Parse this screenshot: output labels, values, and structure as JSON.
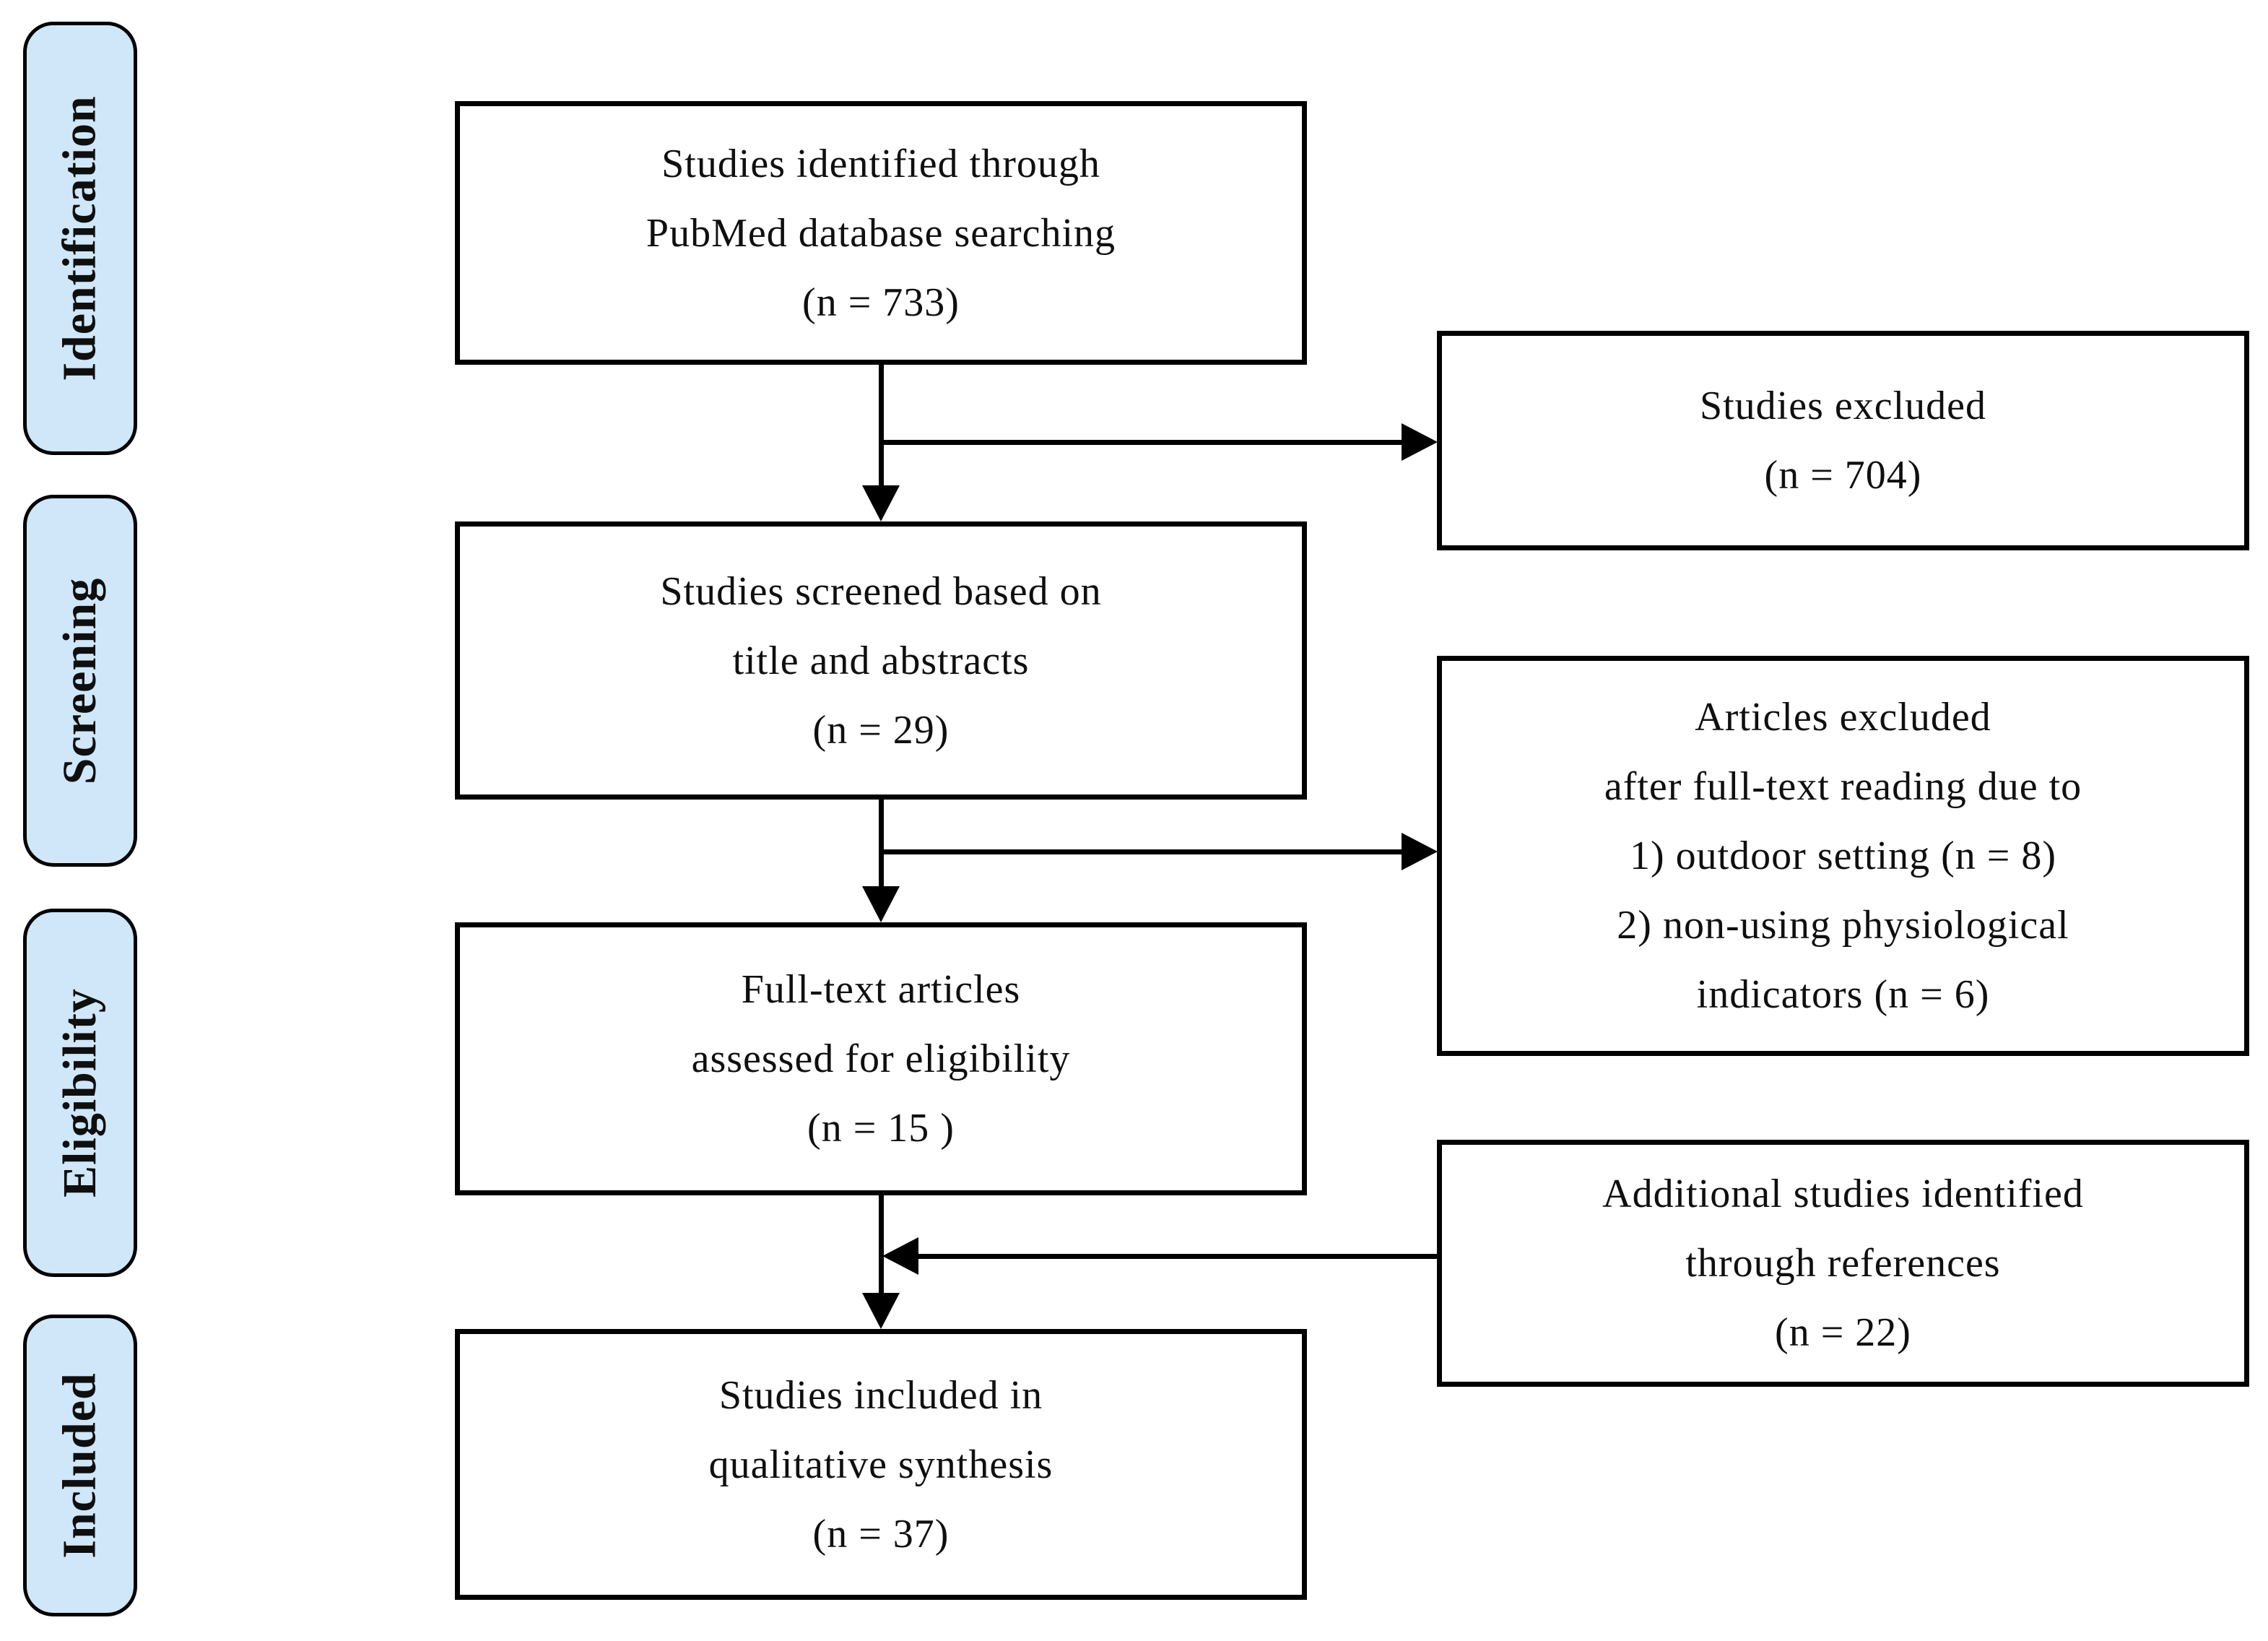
{
  "palette": {
    "background": "#ffffff",
    "box_fill": "#ffffff",
    "box_border": "#000000",
    "stage_fill": "#cfe7f8",
    "stage_border": "#000000",
    "text_color": "#0f0f0f",
    "connector_color": "#000000"
  },
  "sidebar": {
    "stages": [
      {
        "label": "Identification"
      },
      {
        "label": "Screening"
      },
      {
        "label": "Eligibility"
      },
      {
        "label": "Included"
      }
    ]
  },
  "flow": {
    "main_boxes": [
      {
        "lines": [
          "Studies identified through",
          "PubMed database searching",
          "(n = 733)"
        ]
      },
      {
        "lines": [
          "Studies screened based on",
          "title and abstracts",
          "(n = 29)"
        ]
      },
      {
        "lines": [
          "Full-text articles",
          "assessed for eligibility",
          "(n = 15 )"
        ]
      },
      {
        "lines": [
          "Studies included in",
          "qualitative synthesis",
          "(n = 37)"
        ]
      }
    ],
    "side_boxes": [
      {
        "lines": [
          "Studies excluded",
          "(n = 704)"
        ]
      },
      {
        "lines": [
          "Articles excluded",
          "after full-text reading due to",
          "1) outdoor setting (n = 8)",
          "2) non-using physiological",
          "indicators (n = 6)"
        ]
      },
      {
        "lines": [
          "Additional studies identified",
          "through references",
          "(n = 22)"
        ]
      }
    ]
  }
}
